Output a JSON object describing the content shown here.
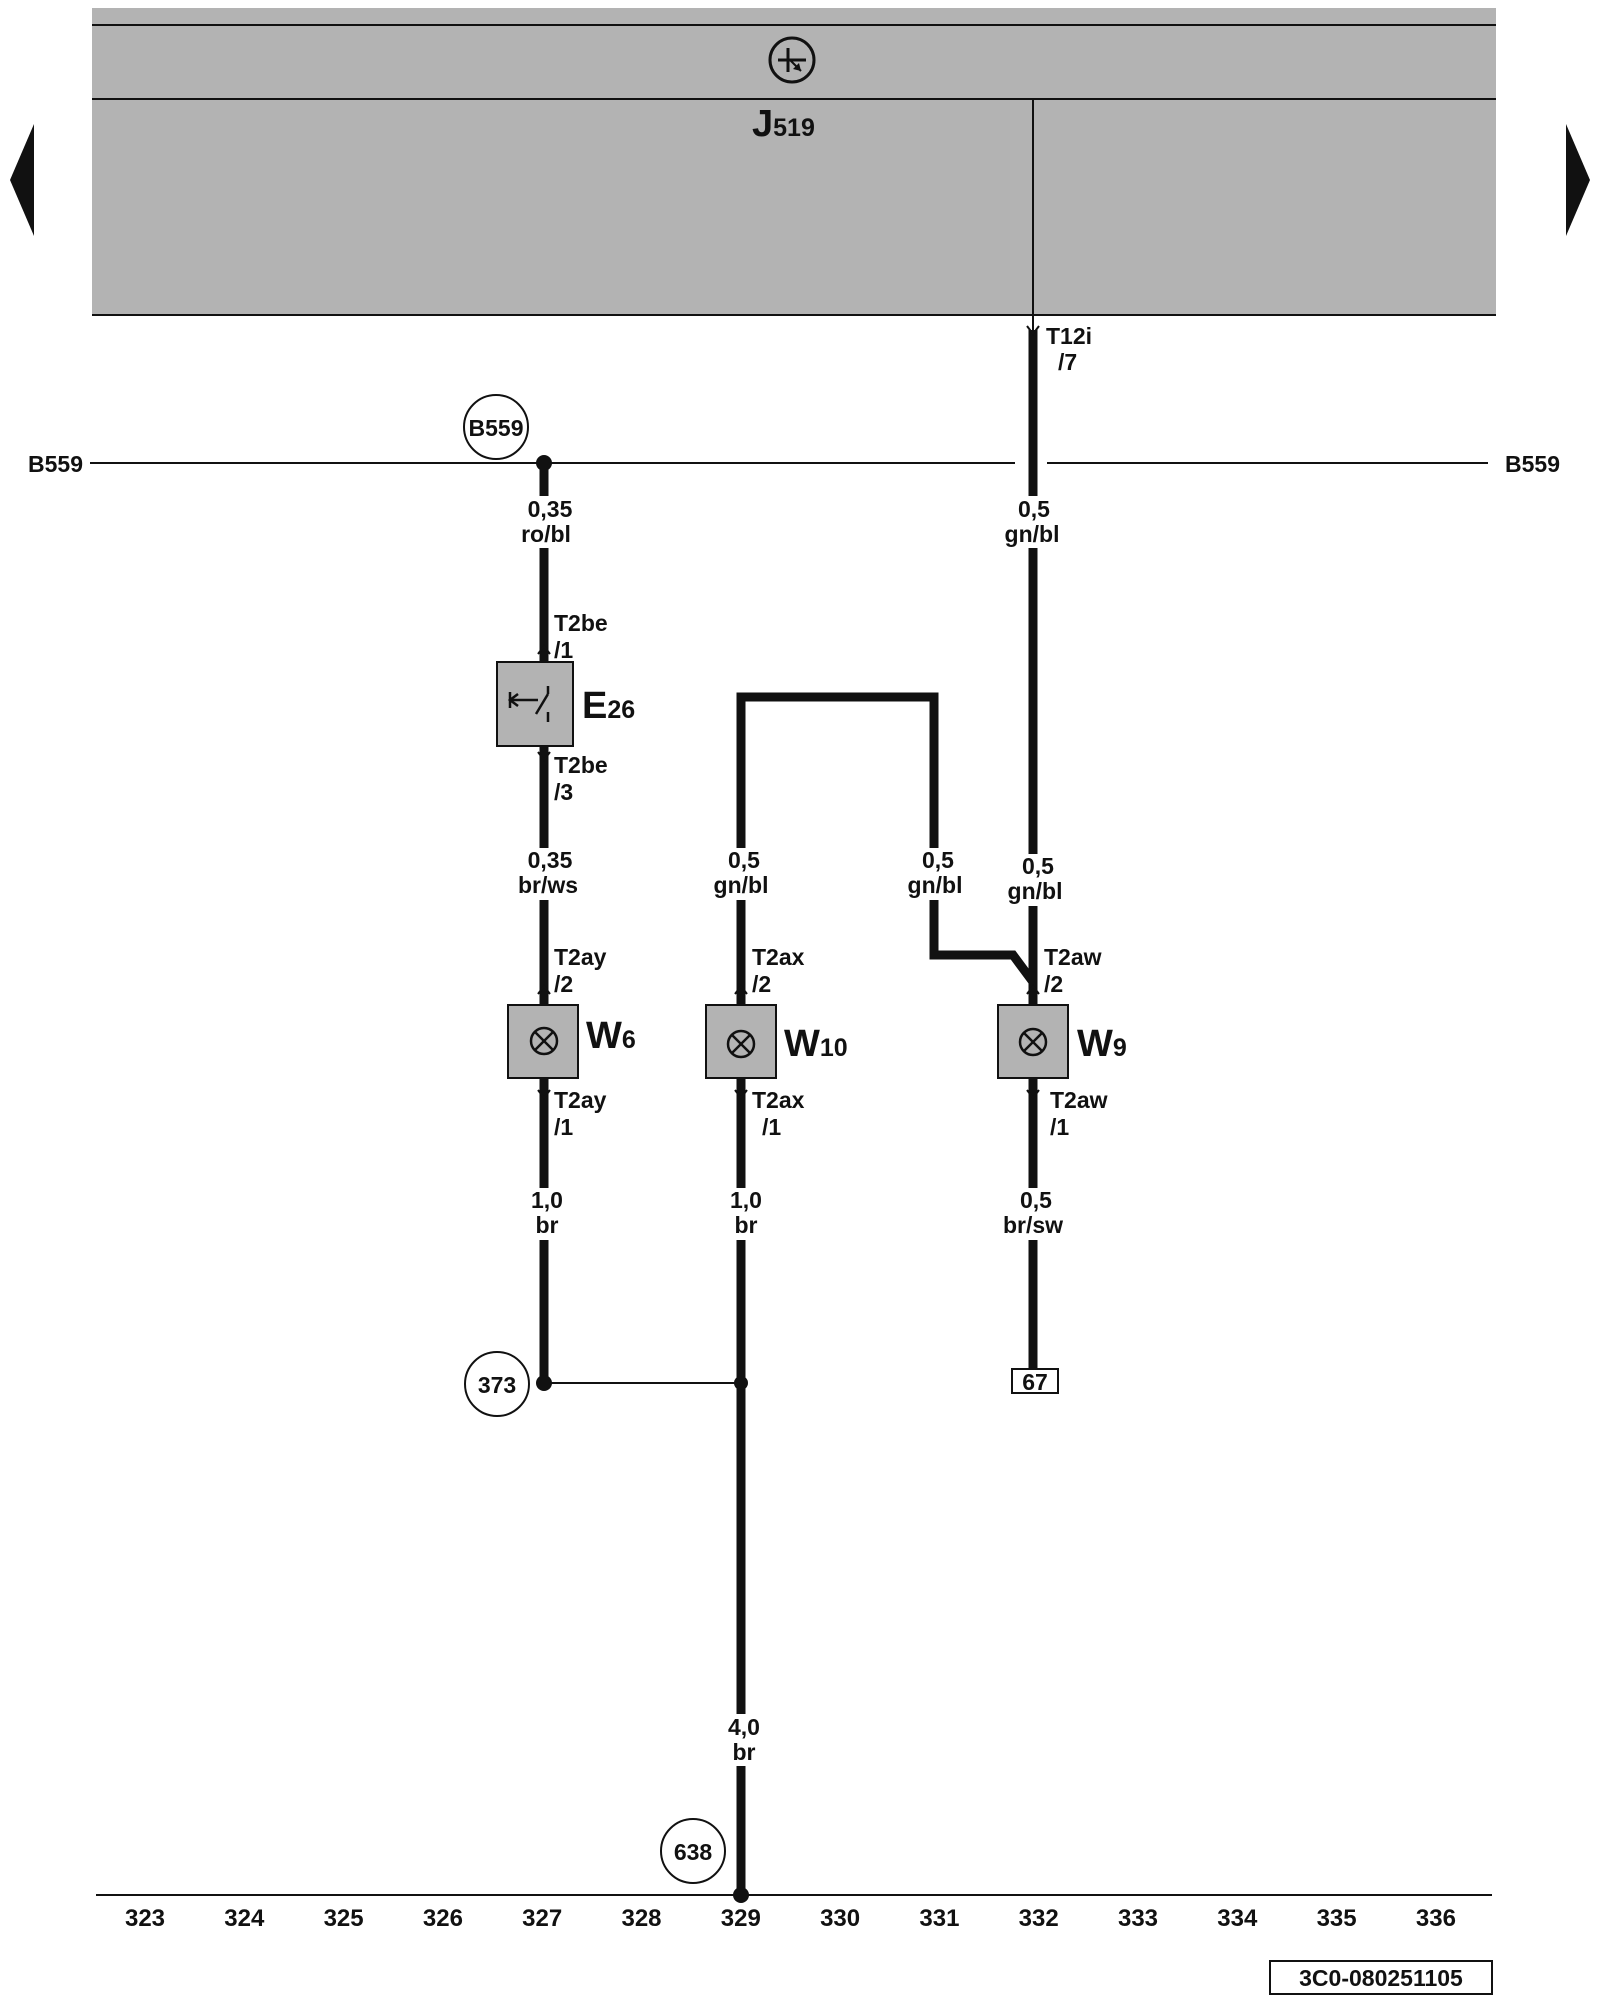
{
  "control_unit": {
    "name": "J",
    "sub": "519"
  },
  "bus": {
    "left": "B559",
    "right": "B559",
    "circle": "B559"
  },
  "top_connector": {
    "name": "T12i",
    "pin": "/7"
  },
  "components": {
    "e26": {
      "name": "E",
      "sub": "26"
    },
    "w6": {
      "name": "W",
      "sub": "6"
    },
    "w10": {
      "name": "W",
      "sub": "10"
    },
    "w9": {
      "name": "W",
      "sub": "9"
    }
  },
  "pins": {
    "t2be_1": {
      "name": "T2be",
      "pin": "/1"
    },
    "t2be_3": {
      "name": "T2be",
      "pin": "/3"
    },
    "t2ay_2": {
      "name": "T2ay",
      "pin": "/2"
    },
    "t2ay_1": {
      "name": "T2ay",
      "pin": "/1"
    },
    "t2ax_2": {
      "name": "T2ax",
      "pin": "/2"
    },
    "t2ax_1": {
      "name": "T2ax",
      "pin": "/1"
    },
    "t2aw_2": {
      "name": "T2aw",
      "pin": "/2"
    },
    "t2aw_1": {
      "name": "T2aw",
      "pin": "/1"
    }
  },
  "wires": {
    "w1": {
      "size": "0,35",
      "color": "ro/bl"
    },
    "w2": {
      "size": "0,5",
      "color": "gn/bl"
    },
    "w3": {
      "size": "0,35",
      "color": "br/ws"
    },
    "w4": {
      "size": "0,5",
      "color": "gn/bl"
    },
    "w5": {
      "size": "0,5",
      "color": "gn/bl"
    },
    "w6": {
      "size": "0,5",
      "color": "gn/bl"
    },
    "w7": {
      "size": "1,0",
      "color": "br"
    },
    "w8": {
      "size": "1,0",
      "color": "br"
    },
    "w9": {
      "size": "0,5",
      "color": "br/sw"
    },
    "w10": {
      "size": "4,0",
      "color": "br"
    }
  },
  "grounds": {
    "g373": "373",
    "g638": "638"
  },
  "terminal_67": "67",
  "axis_numbers": [
    "323",
    "324",
    "325",
    "326",
    "327",
    "328",
    "329",
    "330",
    "331",
    "332",
    "333",
    "334",
    "335",
    "336"
  ],
  "doc_code": "3C0-080251105"
}
